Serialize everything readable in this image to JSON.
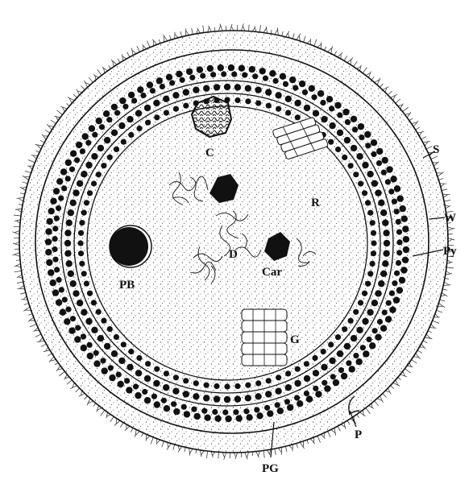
{
  "labels": {
    "C": "C",
    "R": "R",
    "S": "S",
    "W": "W",
    "Py": "Py",
    "PB": "PB",
    "D": "D",
    "Car": "Car",
    "G": "G",
    "P": "P",
    "PG": "PG"
  },
  "colors": {
    "ink": "#111111",
    "paper": "#ffffff"
  }
}
